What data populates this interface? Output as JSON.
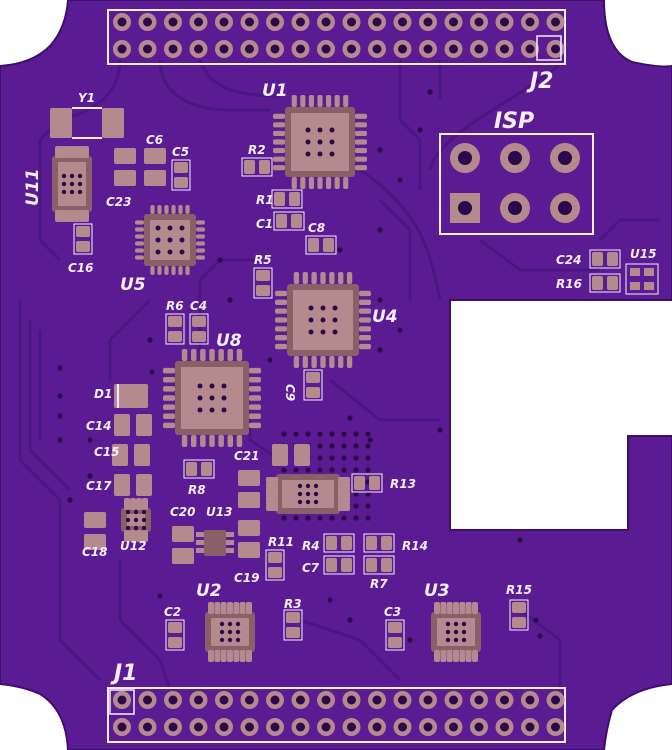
{
  "board": {
    "colors": {
      "substrate": "#5b1c93",
      "edge": "#3d0f6b",
      "trace": "#4a1680",
      "via": "#2a0a4a",
      "pad": "#b58a8f",
      "padDark": "#8a5f68",
      "silk": "#f3eef8",
      "cutout": "#ffffff"
    }
  },
  "connectors": {
    "j1": {
      "label": "J1",
      "pins_per_row": 18,
      "rows": 2
    },
    "j2": {
      "label": "J2",
      "pins_per_row": 18,
      "rows": 2
    },
    "isp": {
      "label": "ISP",
      "pins": 6
    }
  },
  "labels": {
    "u1": "U1",
    "u2": "U2",
    "u3": "U3",
    "u4": "U4",
    "u5": "U5",
    "u8": "U8",
    "u11": "U11",
    "u12": "U12",
    "u13": "U13",
    "u15": "U15",
    "y1": "Y1",
    "d1": "D1",
    "c1": "C1",
    "c2": "C2",
    "c3": "C3",
    "c4": "C4",
    "c5": "C5",
    "c6": "C6",
    "c7": "C7",
    "c8": "C8",
    "c9": "C9",
    "c14": "C14",
    "c15": "C15",
    "c16": "C16",
    "c17": "C17",
    "c18": "C18",
    "c19": "C19",
    "c20": "C20",
    "c21": "C21",
    "c23": "C23",
    "c24": "C24",
    "r1": "R1",
    "r2": "R2",
    "r3": "R3",
    "r4": "R4",
    "r5": "R5",
    "r6": "R6",
    "r7": "R7",
    "r8": "R8",
    "r11": "R11",
    "r13": "R13",
    "r14": "R14",
    "r15": "R15",
    "r16": "R16"
  }
}
